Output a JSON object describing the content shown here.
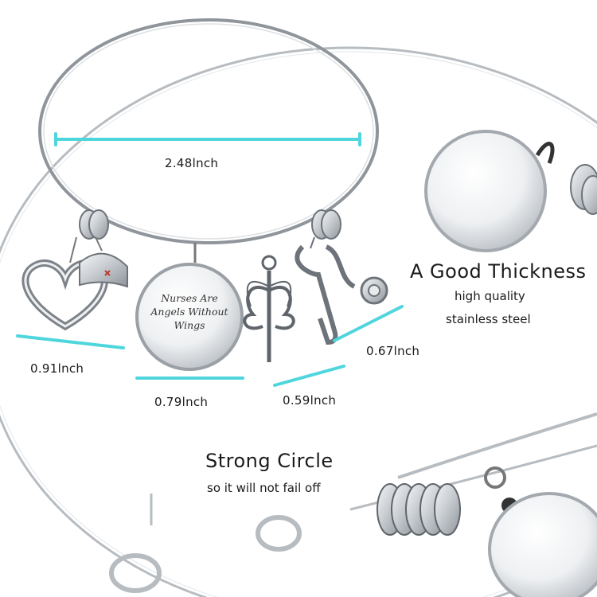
{
  "product": {
    "charm_text": [
      "Nurses Are",
      "Angels Without",
      "Wings"
    ]
  },
  "dimensions": {
    "bangle_diameter": "2.48lnch",
    "heart_width": "0.91lnch",
    "disc_width": "0.79lnch",
    "caduceus_width": "0.59lnch",
    "stethoscope_width": "0.67lnch"
  },
  "features": {
    "thickness_title": "A Good Thickness",
    "thickness_line1": "high quality",
    "thickness_line2": "stainless steel",
    "circle_title": "Strong Circle",
    "circle_subtitle": "so it will not fail off"
  },
  "colors": {
    "measure_line": "#4fd6dd",
    "steel": "#9aa0a6",
    "steel_light": "#e8eaec",
    "steel_dark": "#5f656b",
    "text": "#1a1a1a"
  }
}
